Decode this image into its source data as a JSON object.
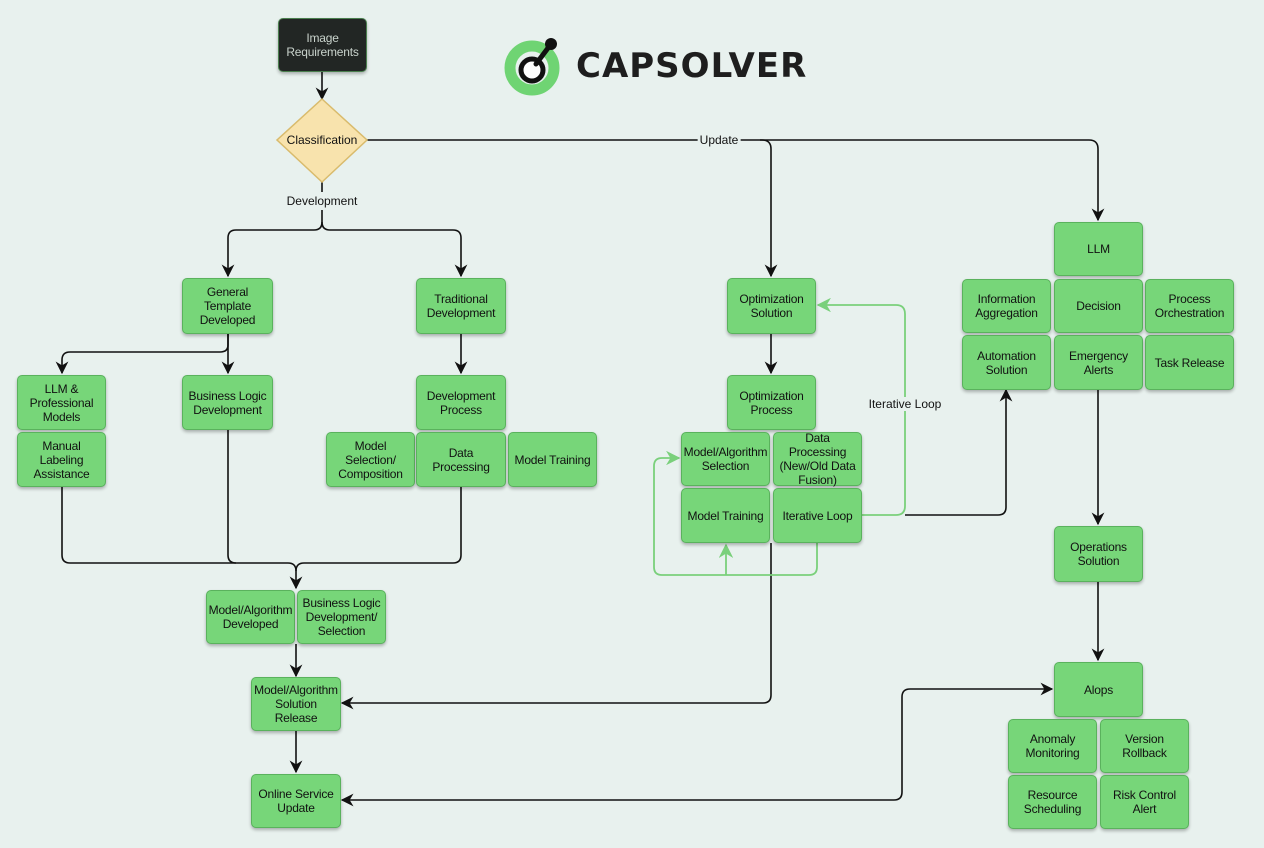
{
  "brand": {
    "name": "CAPSOLVER",
    "logo_icon": "capsolver-logo-icon",
    "accent": "#6fd473"
  },
  "colors": {
    "node_fill": "#77d679",
    "node_border": "#5ab25d",
    "start_fill": "#222624",
    "decision_fill": "#f8e3ad",
    "edge": "#111111",
    "loop_edge": "#7ad07b",
    "background": "#e8f1ee"
  },
  "start": {
    "label": "Image\nRequirements"
  },
  "decision": {
    "label": "Classification"
  },
  "edge_labels": {
    "development": "Development",
    "update": "Update",
    "iterative_loop": "Iterative Loop"
  },
  "development": {
    "general_template": "General Template\nDeveloped",
    "traditional": "Traditional\nDevelopment",
    "llm_models": "LLM &\nProfessional\nModels",
    "manual_labeling": "Manual Labeling\nAssistance",
    "business_logic": "Business Logic\nDevelopment",
    "dev_process": "Development\nProcess",
    "model_selection": "Model Selection/\nComposition",
    "data_processing": "Data Processing",
    "model_training": "Model Training",
    "model_developed": "Model/Algorithm\nDeveloped",
    "business_selection": "Business Logic\nDevelopment/\nSelection",
    "solution_release": "Model/Algorithm\nSolution Release",
    "online_update": "Online Service\nUpdate"
  },
  "optimization": {
    "solution": "Optimization\nSolution",
    "process": "Optimization\nProcess",
    "algo_selection": "Model/Algorithm\nSelection",
    "data_fusion": "Data Processing\n(New/Old Data\nFusion)",
    "model_training": "Model Training",
    "iterative_loop": "Iterative Loop"
  },
  "llm": {
    "llm": "LLM",
    "info_aggregation": "Information\nAggregation",
    "decision": "Decision",
    "process_orchestration": "Process\nOrchestration",
    "automation": "Automation\nSolution",
    "emergency_alerts": "Emergency Alerts",
    "task_release": "Task Release"
  },
  "operations": {
    "solution": "Operations\nSolution",
    "aiops": "Alops",
    "anomaly": "Anomaly\nMonitoring",
    "rollback": "Version Rollback",
    "resource": "Resource\nScheduling",
    "risk": "Risk Control\nAlert"
  }
}
